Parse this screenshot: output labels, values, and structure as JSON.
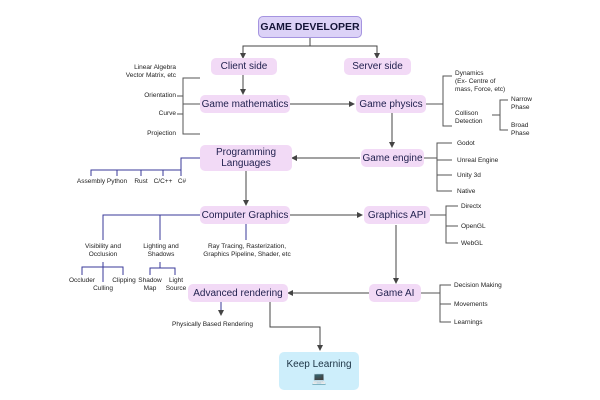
{
  "title": "GAME DEVELOPER",
  "nodes": {
    "client_side": "Client side",
    "server_side": "Server side",
    "game_mathematics": "Game mathematics",
    "game_physics": "Game physics",
    "programming_languages": "Programming\nLanguages",
    "game_engine": "Game engine",
    "computer_graphics": "Computer Graphics",
    "graphics_api": "Graphics API",
    "advanced_rendering": "Advanced rendering",
    "game_ai": "Game AI",
    "keep_learning": "Keep Learning"
  },
  "math_topics": [
    "Linear Algebra\nVector Matrix, etc",
    "Orientation",
    "Curve",
    "Projection"
  ],
  "physics_topics": {
    "dynamics": "Dynamics\n(Ex- Centre of\nmass, Force, etc)",
    "collision": "Collison\nDetection",
    "narrow": "Narrow\nPhase",
    "broad": "Broad\nPhase"
  },
  "languages": [
    "Assembly",
    "Python",
    "Rust",
    "C/C++",
    "C#"
  ],
  "engines": [
    "Godot",
    "Unreal Engine",
    "Unity 3d",
    "Native"
  ],
  "graphics_topics": {
    "visibility": "Visibility and\nOcclusion",
    "lighting": "Lighting and\nShadows",
    "raytracing": "Ray Tracing,  Rasterization,\nGraphics Pipeline, Shader, etc",
    "occluder": "Occluder",
    "culling": "Culling",
    "clipping": "Clipping",
    "shadow_map": "Shadow\nMap",
    "light_source": "Light\nSource"
  },
  "graphics_apis": [
    "Directx",
    "OpenGL",
    "WebGL"
  ],
  "ai_topics": [
    "Decision Making",
    "Movements",
    "Learnings"
  ],
  "rendering_topic": "Physically Based Rendering",
  "colors": {
    "node_fill": "#f2daf6",
    "title_fill": "#dcd2f7",
    "title_border": "#a594e0",
    "final_fill": "#cdeefb",
    "connector": "#555555",
    "tree_lines": "#3a3a9a"
  },
  "icons": {
    "keep_learning": "laptop-person-icon"
  }
}
